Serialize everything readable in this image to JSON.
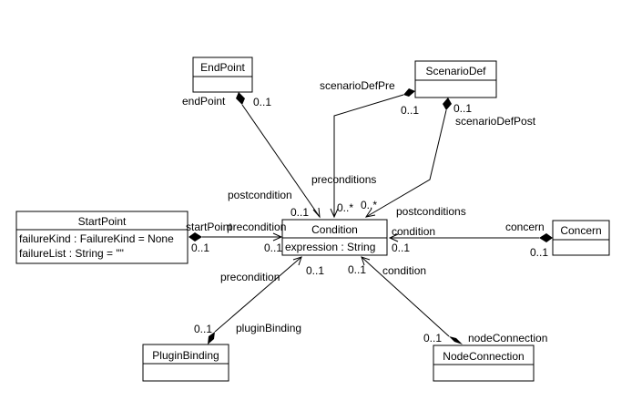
{
  "classes": {
    "endpoint": {
      "name": "EndPoint",
      "attributes": []
    },
    "scenariodef": {
      "name": "ScenarioDef",
      "attributes": []
    },
    "startpoint": {
      "name": "StartPoint",
      "attributes": [
        "failureKind : FailureKind = None",
        "failureList : String = \"\""
      ]
    },
    "condition": {
      "name": "Condition",
      "attributes": [
        "expression : String"
      ]
    },
    "concern": {
      "name": "Concern",
      "attributes": []
    },
    "pluginbinding": {
      "name": "PluginBinding",
      "attributes": []
    },
    "nodeconnection": {
      "name": "NodeConnection",
      "attributes": []
    }
  },
  "labels": {
    "endpoint_role": "endPoint",
    "endpoint_mult": "0..1",
    "scenariodefpre_role": "scenarioDefPre",
    "scenariodefpre_mult": "0..1",
    "scenariodefpost_role": "scenarioDefPost",
    "scenariodefpost_mult": "0..1",
    "preconditions_role": "preconditions",
    "preconditions_mult": "0..*",
    "postconditions_role": "postconditions",
    "postconditions_mult": "0..*",
    "postcondition_role": "postcondition",
    "postcondition_mult": "0..1",
    "startpoint_role": "startPoint",
    "startpoint_mult": "0..1",
    "start_precondition_role": "precondition",
    "start_precondition_mult": "0..1",
    "concern_condition_role": "condition",
    "concern_condition_mult": "0..1",
    "concern_role": "concern",
    "concern_mult": "0..1",
    "plugin_precondition_role": "precondition",
    "plugin_precondition_mult": "0..1",
    "pluginbinding_role": "pluginBinding",
    "pluginbinding_mult": "0..1",
    "node_condition_role": "condition",
    "node_condition_mult": "0..1",
    "nodeconnection_role": "nodeConnection",
    "nodeconnection_mult": "0..1"
  }
}
